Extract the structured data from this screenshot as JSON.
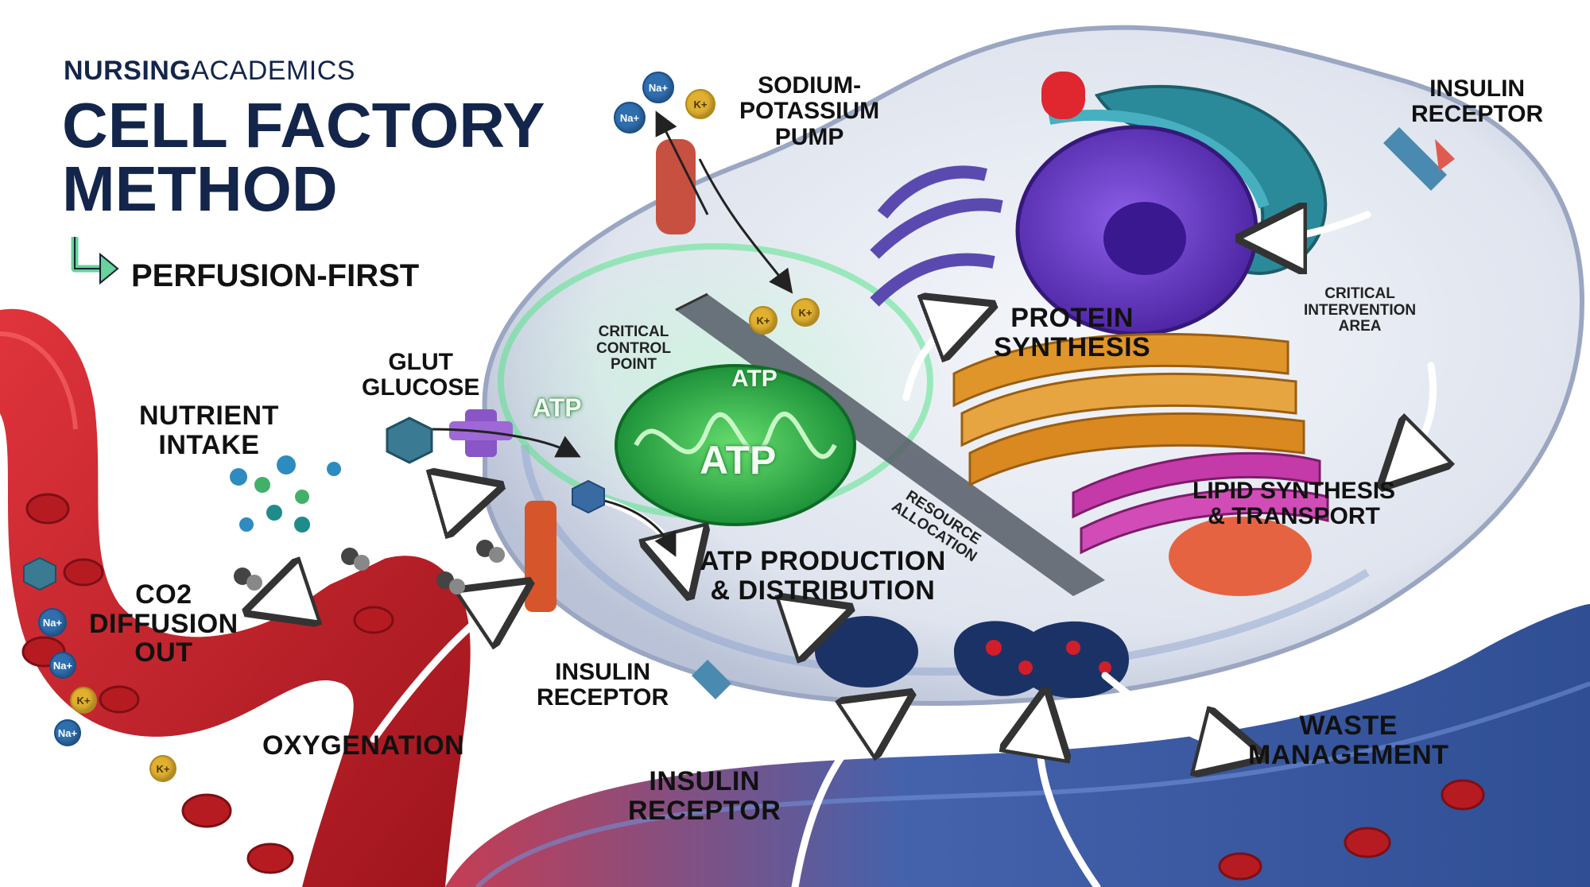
{
  "header": {
    "brand_bold": "NURSING",
    "brand_light": "ACADEMICS",
    "title_line1": "CELL FACTORY",
    "title_line2": "METHOD",
    "subtitle": "PERFUSION-FIRST"
  },
  "labels": {
    "sodium_pump": [
      "SODIUM-",
      "POTASSIUM",
      "PUMP"
    ],
    "insulin_receptor_top": [
      "INSULIN",
      "RECEPTOR"
    ],
    "critical_control": [
      "CRITICAL",
      "CONTROL",
      "POINT"
    ],
    "critical_intervention": [
      "CRITICAL",
      "INTERVENTION",
      "AREA"
    ],
    "glut": [
      "GLUT",
      "GLUCOSE"
    ],
    "nutrient": [
      "NUTRIENT",
      "INTAKE"
    ],
    "co2": [
      "CO2",
      "DIFFUSION",
      "OUT"
    ],
    "protein": [
      "PROTEIN",
      "SYNTHESIS"
    ],
    "lipid": [
      "LIPID SYNTHESIS",
      "& TRANSPORT"
    ],
    "atp_prod": [
      "ATP PRODUCTION",
      "& DISTRIBUTION"
    ],
    "resource": [
      "RESOURCE",
      "ALLOCATION"
    ],
    "insulin_receptor_mid": [
      "INSULIN",
      "RECEPTOR"
    ],
    "insulin_receptor_bottom": [
      "INSULIN",
      "RECEPTOR"
    ],
    "oxygenation": "OXYGENATION",
    "waste": [
      "WASTE",
      "MANAGEMENT"
    ],
    "atp": "ATP"
  },
  "ions": {
    "na": "Na+",
    "k": "K+"
  },
  "colors": {
    "title": "#13254a",
    "blood_red": "#c8202a",
    "vein_blue": "#2a4f9a",
    "mito_green": "#2fb34a",
    "nucleus_purple": "#6a3bc7",
    "golgi_orange": "#e0952a",
    "er_teal": "#2a8a9a",
    "lipid_magenta": "#c43aa8"
  }
}
